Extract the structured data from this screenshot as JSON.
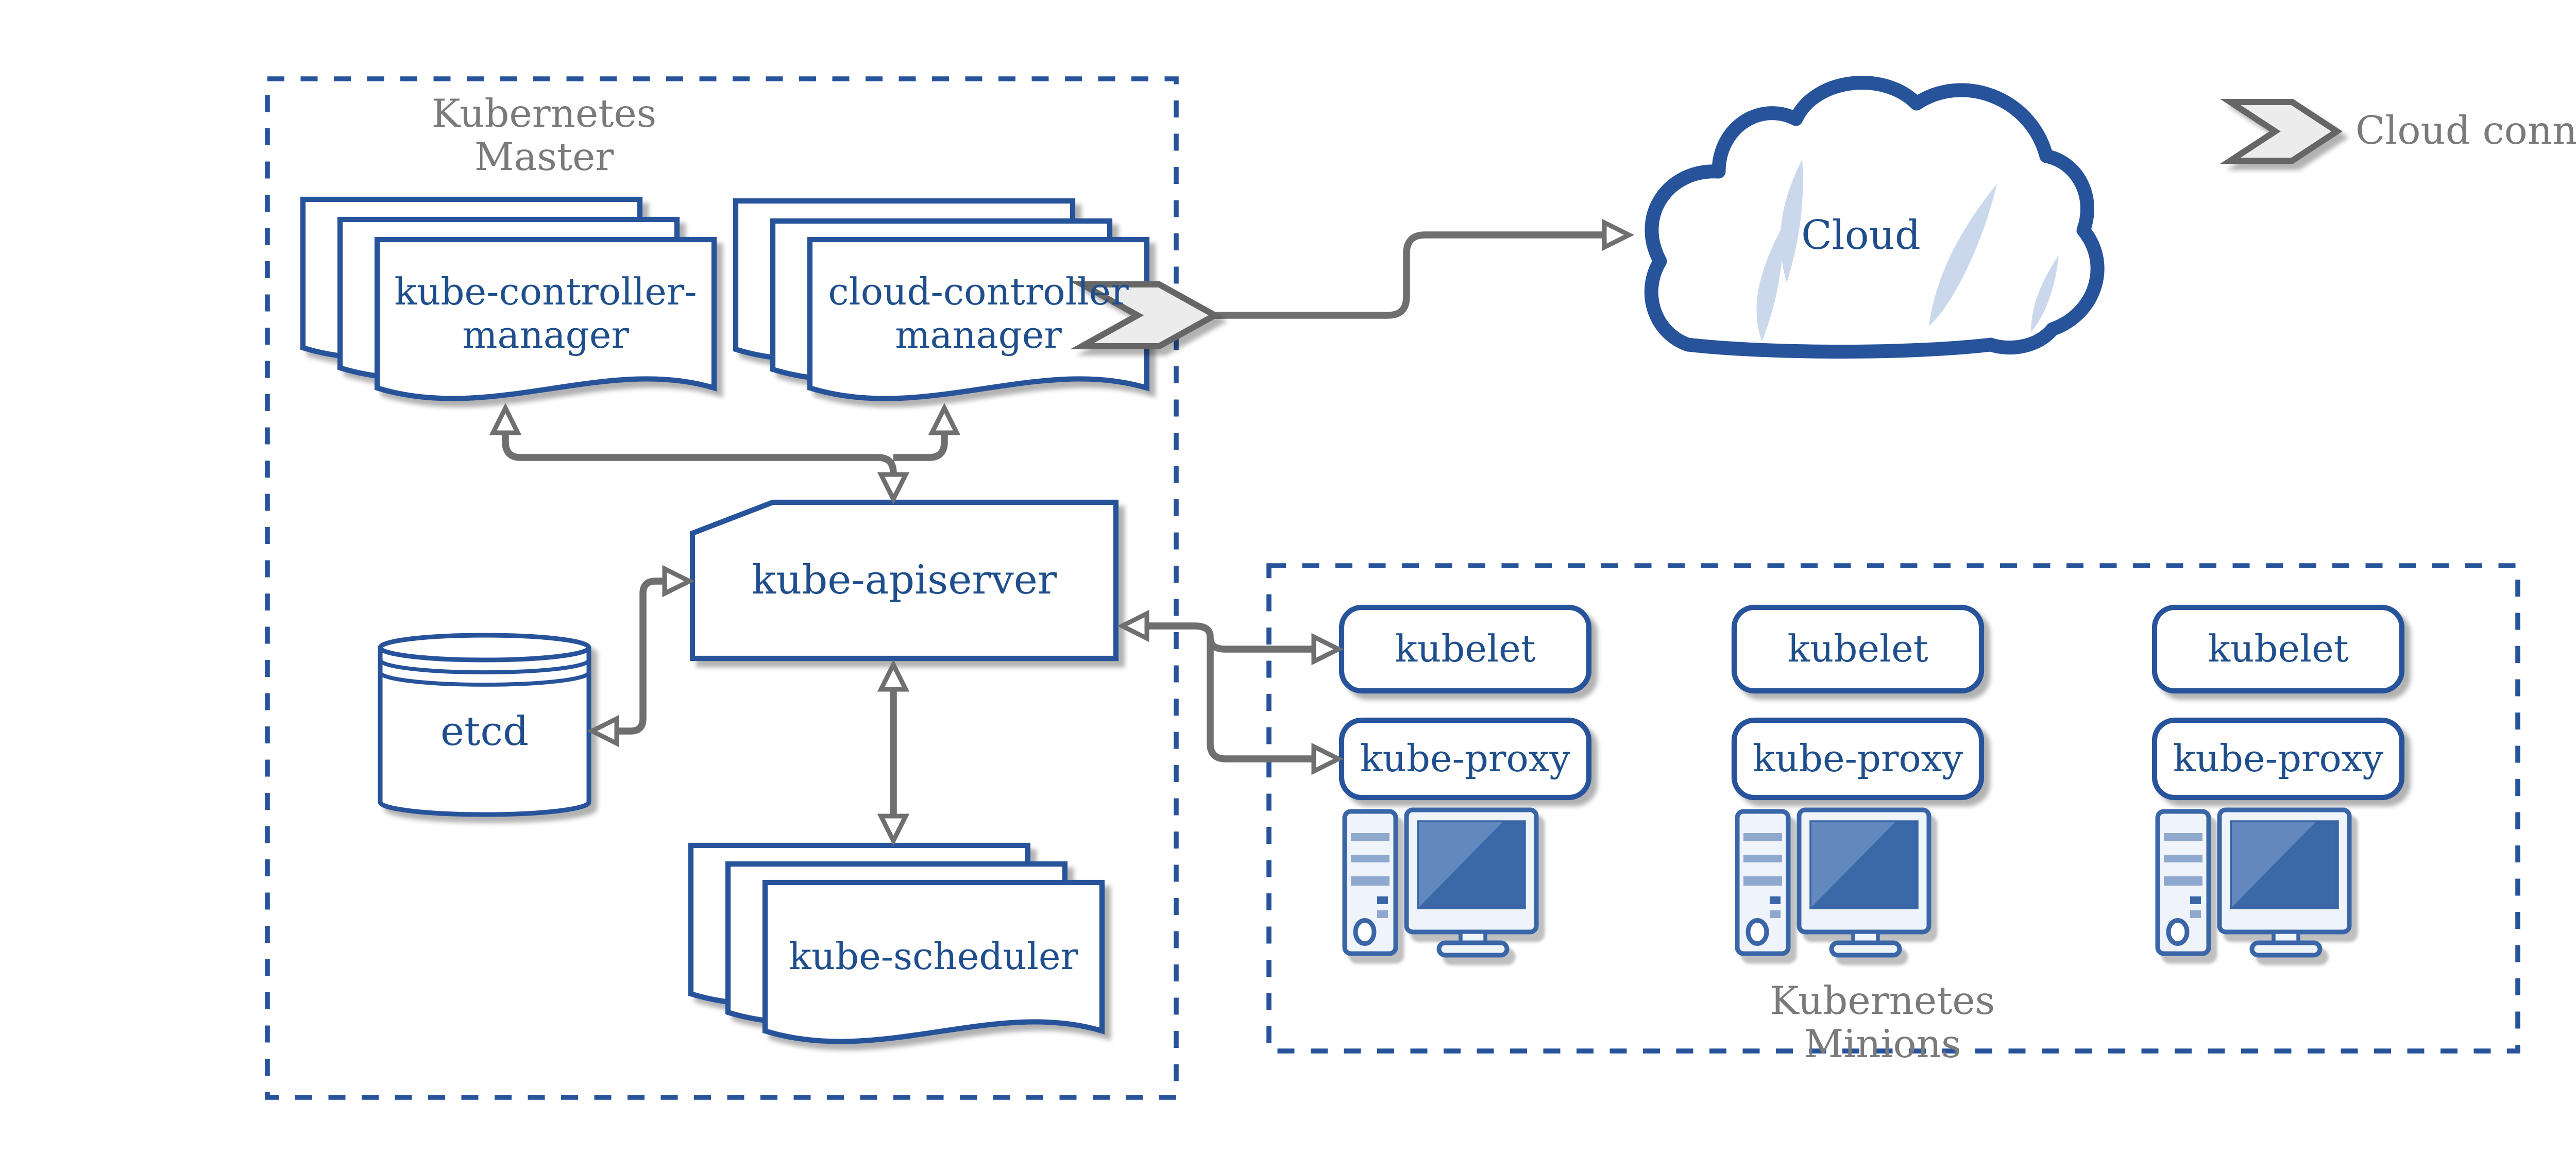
{
  "colors": {
    "blue": "#27539B",
    "blue_text": "#1F4E8C",
    "pc_blue": "#3A66A8",
    "screen_blue": "#3B69A8",
    "bar_blue": "#8FA8CE",
    "light_fill": "#EFF3FA",
    "slash_blue": "#CBD8EC",
    "gray_text": "#7A7A7A",
    "arrow_gray": "#6F6F6F",
    "chevron_fill": "#ECECEC",
    "chevron_border": "#666666"
  },
  "master": {
    "title": [
      "Kubernetes",
      "Master"
    ],
    "kube_controller_manager": [
      "kube-controller-",
      "manager"
    ],
    "cloud_controller_manager": [
      "cloud-controller",
      "manager"
    ],
    "kube_apiserver": "kube-apiserver",
    "etcd": "etcd",
    "kube_scheduler": "kube-scheduler"
  },
  "cloud": {
    "label": "Cloud"
  },
  "legend": {
    "label": "Cloud connector"
  },
  "minions": {
    "title": [
      "Kubernetes",
      "Minions"
    ],
    "columns": [
      {
        "kubelet": "kubelet",
        "kube_proxy": "kube-proxy"
      },
      {
        "kubelet": "kubelet",
        "kube_proxy": "kube-proxy"
      },
      {
        "kubelet": "kubelet",
        "kube_proxy": "kube-proxy"
      }
    ]
  }
}
